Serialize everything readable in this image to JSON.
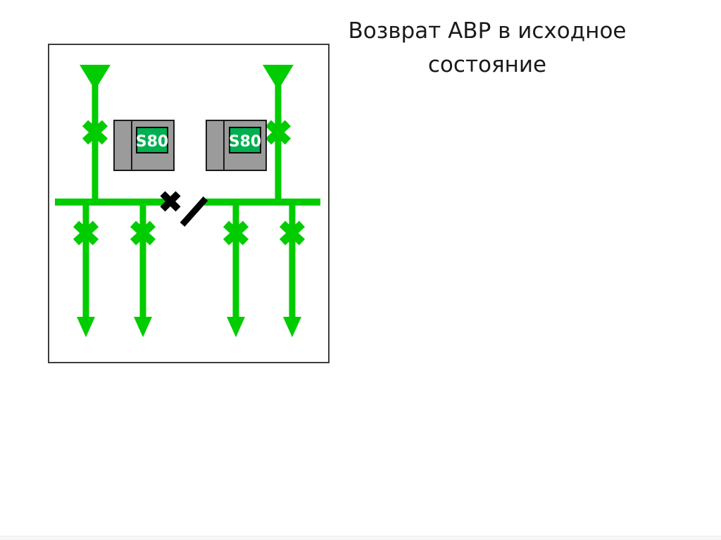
{
  "slide": {
    "title_line1": "Возврат АВР в исходное",
    "title_line2": "состояние"
  },
  "scheme": {
    "device_labels": [
      "S80",
      "S80"
    ],
    "colors": {
      "energized_line": "#00CC00",
      "device_body": "#9B9B9B",
      "device_border": "#1A1A1A",
      "device_label_bg": "#00B050",
      "device_label_border": "#000000",
      "device_label_text": "#FFFFFF",
      "open_switch": "#000000",
      "frame_border": "#3D3D3D"
    }
  }
}
